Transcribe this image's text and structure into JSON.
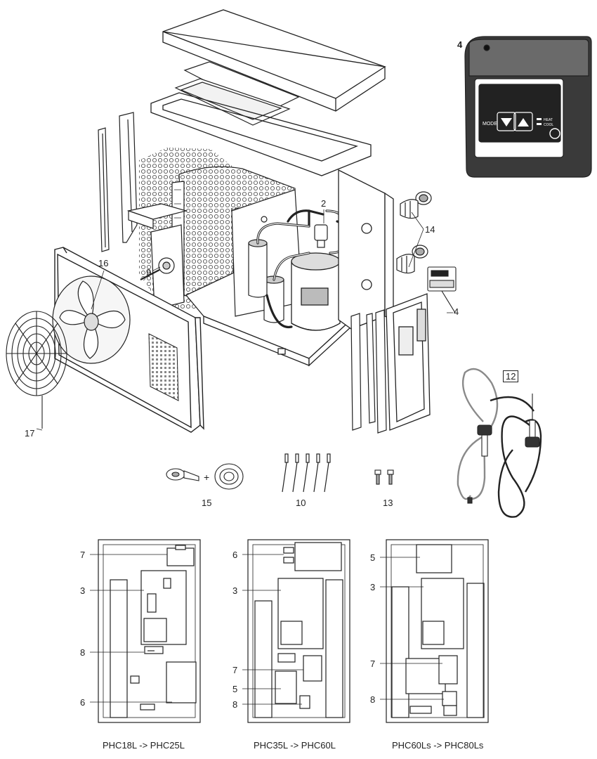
{
  "exploded_view": {
    "callouts": {
      "c2": "2",
      "c4_top": "4",
      "c4_small": "4",
      "c9": "9",
      "c10": "10",
      "c12": "12",
      "c13": "13",
      "c14": "14",
      "c15": "15",
      "c16": "16",
      "c17": "17"
    },
    "controller": {
      "mode_label": "MODE",
      "heat_label": "HEAT",
      "cool_label": "COOL"
    },
    "accessory_plus": "+"
  },
  "electrical_boxes": [
    {
      "caption": "PHC18L -> PHC25L",
      "labels": [
        "7",
        "3",
        "8",
        "6"
      ]
    },
    {
      "caption": "PHC35L -> PHC60L",
      "labels": [
        "6",
        "3",
        "7",
        "5",
        "8"
      ]
    },
    {
      "caption": "PHC60Ls -> PHC80Ls",
      "labels": [
        "5",
        "3",
        "7",
        "8"
      ]
    }
  ],
  "colors": {
    "line": "#222222",
    "controller_body": "#3a3a3a",
    "controller_lid": "#6a6a6a",
    "cable_grey": "#8a8a8a"
  }
}
